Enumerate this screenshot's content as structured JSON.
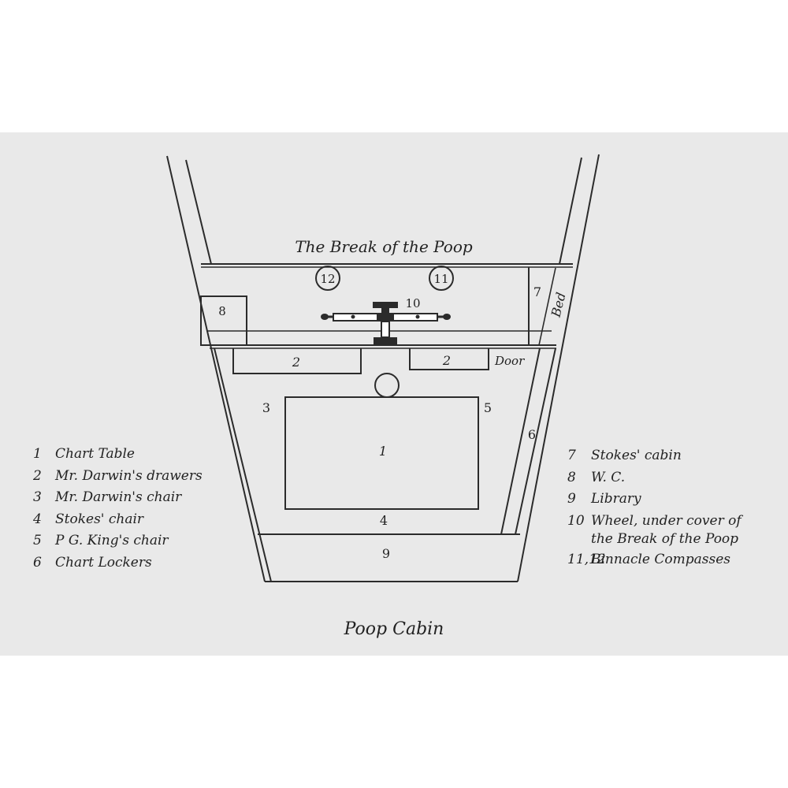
{
  "diagram": {
    "break_label": "The Break of the Poop",
    "door_label": "Door",
    "bed_label": "Bed",
    "numbers": {
      "n1": "1",
      "n2a": "2",
      "n2b": "2",
      "n3": "3",
      "n4": "4",
      "n5": "5",
      "n6": "6",
      "n7": "7",
      "n8": "8",
      "n9": "9",
      "n10": "10",
      "n11": "11",
      "n12": "12"
    }
  },
  "legend_left": [
    {
      "num": "1",
      "text": "Chart Table"
    },
    {
      "num": "2",
      "text": "Mr. Darwin's drawers"
    },
    {
      "num": "3",
      "text": "Mr. Darwin's chair"
    },
    {
      "num": "4",
      "text": "Stokes' chair"
    },
    {
      "num": "5",
      "text": "P G. King's chair"
    },
    {
      "num": "6",
      "text": "Chart Lockers"
    }
  ],
  "legend_right": [
    {
      "num": "7",
      "text": "Stokes' cabin"
    },
    {
      "num": "8",
      "text": "W. C."
    },
    {
      "num": "9",
      "text": "Library"
    },
    {
      "num": "10",
      "text": "Wheel, under cover of",
      "cont": "the Break of the Poop"
    },
    {
      "num": "11,12",
      "text": "Binnacle Compasses"
    }
  ],
  "caption": "Poop Cabin"
}
